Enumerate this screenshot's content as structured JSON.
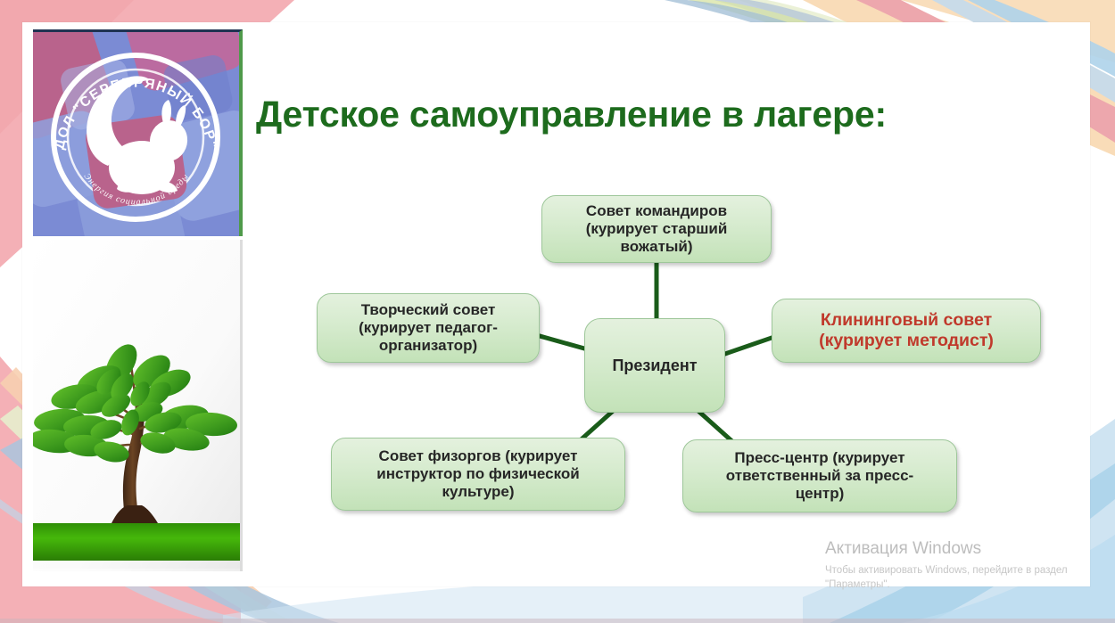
{
  "slide": {
    "title": "Детское самоуправление в лагере:",
    "title_color": "#1d6b1d"
  },
  "left_column": {
    "logo": {
      "name": "camp-logo-emblem",
      "arc_top_text": "ДОЛ \"СЕРЕБРЯНЫЙ БОР\"",
      "arc_bottom_text": "Энергия социальной среды",
      "emblem_figure": "squirrel-silhouette",
      "background_color": "#7b8bd4",
      "accent_color": "#b9638c"
    },
    "tree_image": {
      "name": "green-tree-illustration",
      "leaf_color": "#3f9c1e",
      "trunk_color": "#5d3a1f",
      "ground_color": "#3aa80c"
    }
  },
  "diagram": {
    "type": "hub-and-spoke",
    "center": {
      "id": "node-center",
      "label": "Президент",
      "text_color": "#262626"
    },
    "nodes": [
      {
        "id": "node-top",
        "label": "Совет командиров (курирует старший вожатый)",
        "lines": [
          "Совет командиров",
          "(курирует старший",
          "вожатый)"
        ],
        "text_color": "#262626",
        "position": "top"
      },
      {
        "id": "node-left",
        "label": "Творческий совет (курирует педагог-организатор)",
        "lines": [
          "Творческий совет",
          "(курирует педагог-",
          "организатор)"
        ],
        "text_color": "#262626",
        "position": "left"
      },
      {
        "id": "node-right",
        "label": "Клининговый совет (курирует методист)",
        "lines": [
          "Клининговый совет",
          "(курирует методист)"
        ],
        "text_color": "#c0392b",
        "position": "right"
      },
      {
        "id": "node-bottomleft",
        "label": "Совет физоргов (курирует инструктор по физической культуре)",
        "lines": [
          "Совет физоргов (курирует",
          "инструктор по физической",
          "культуре)"
        ],
        "text_color": "#262626",
        "position": "bottom-left"
      },
      {
        "id": "node-bottomright",
        "label": "Пресс-центр (курирует ответственный за пресс-центр)",
        "lines": [
          "Пресс-центр (курирует",
          "ответственный за пресс-",
          "центр)"
        ],
        "text_color": "#262626",
        "position": "bottom-right"
      }
    ],
    "node_fill": "#d6ebce",
    "node_border": "#9ec79a",
    "connector_color": "#1a5c1a"
  },
  "activation_watermark": {
    "title": "Активация Windows",
    "subtitle": "Чтобы активировать Windows, перейдите в раздел \"Параметры\"."
  }
}
